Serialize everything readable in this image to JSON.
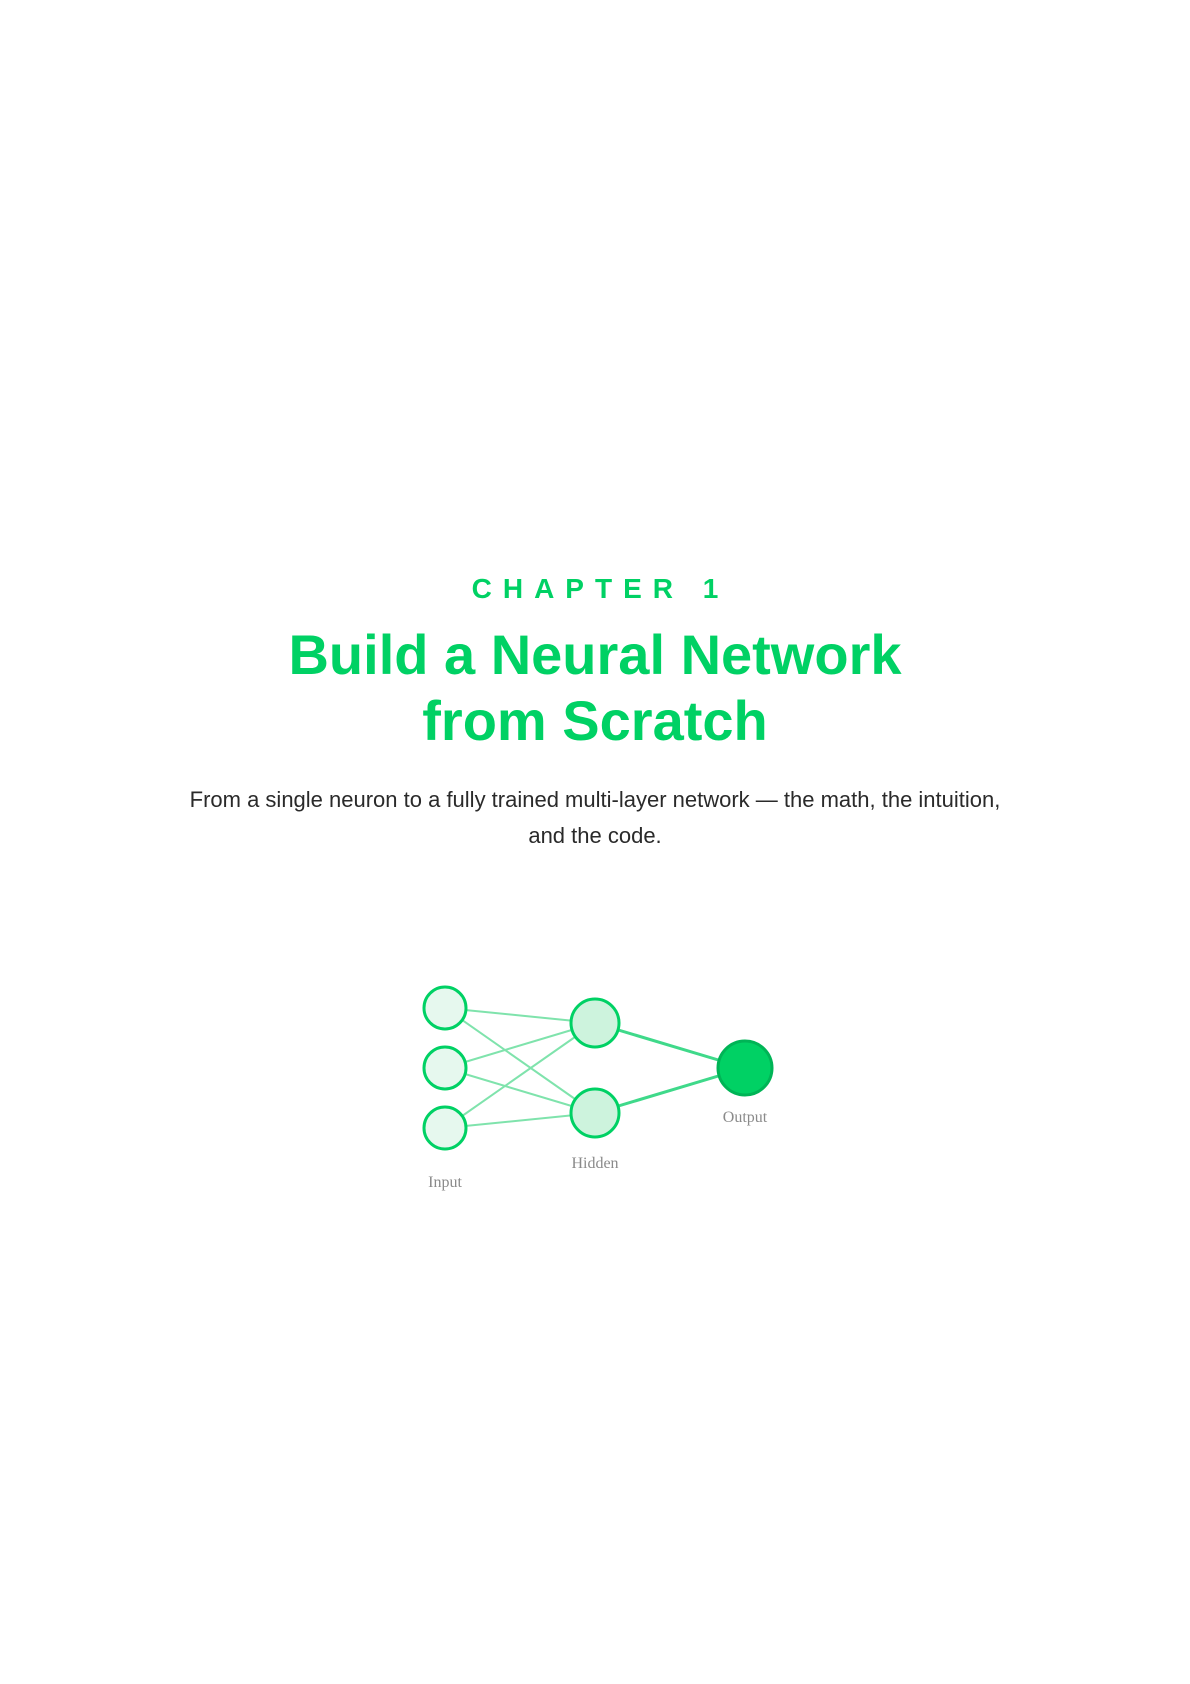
{
  "chapter": {
    "label": "CHAPTER 1",
    "title_line1": "Build a Neural Network",
    "title_line2": "from Scratch",
    "subtitle": "From a single neuron to a fully trained multi-layer network — the math, the intuition, and the code."
  },
  "diagram": {
    "layers": {
      "input": {
        "label": "Input",
        "nodes": 3
      },
      "hidden": {
        "label": "Hidden",
        "nodes": 2
      },
      "output": {
        "label": "Output",
        "nodes": 1
      }
    }
  },
  "colors": {
    "accent": "#00d164",
    "input_fill": "#e6f8ee",
    "hidden_fill": "#cdf3dd",
    "output_fill": "#00d164",
    "edge_light": "#7fe3ac",
    "edge_strong": "#3fd98a",
    "text_dark": "#2a2a2a",
    "label_gray": "#8a8a8a"
  }
}
